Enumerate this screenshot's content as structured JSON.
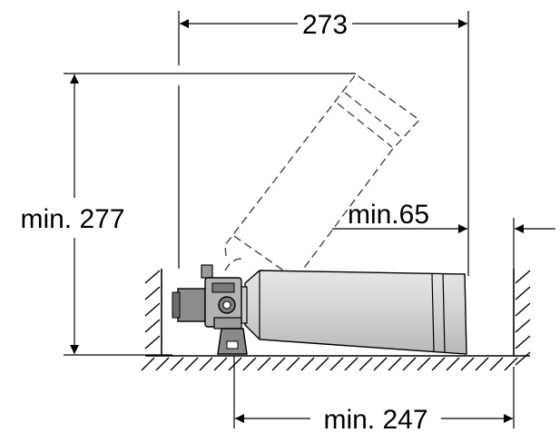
{
  "dimensions": {
    "width_top": "273",
    "height_left": "min. 277",
    "right_clearance": "min.65",
    "bottom_length": "min. 247"
  }
}
